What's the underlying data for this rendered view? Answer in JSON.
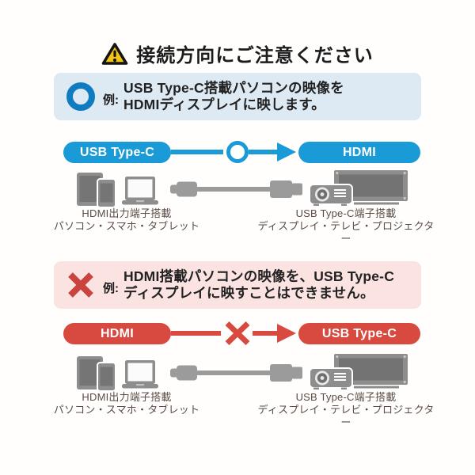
{
  "title": "接続方向にご注意ください",
  "sections": {
    "ok": {
      "symbol": "circle",
      "example_label": "例:",
      "description_line1": "USB Type-C搭載パソコンの映像を",
      "description_line2": "HDMIディスプレイに映します。",
      "flow_from": "USB Type-C",
      "flow_to": "HDMI",
      "source_caption_line1": "HDMI出力端子搭載",
      "source_caption_line2": "パソコン・スマホ・タブレット",
      "target_caption_line1": "USB Type-C端子搭載",
      "target_caption_line2": "ディスプレイ・テレビ・プロジェクター"
    },
    "ng": {
      "symbol": "cross",
      "example_label": "例:",
      "description_line1": "HDMI搭載パソコンの映像を、USB Type-C",
      "description_line2": "ディスプレイに映すことはできません。",
      "flow_from": "HDMI",
      "flow_to": "USB Type-C",
      "source_caption_line1": "HDMI出力端子搭載",
      "source_caption_line2": "パソコン・スマホ・タブレット",
      "target_caption_line1": "USB Type-C端子搭載",
      "target_caption_line2": "ディスプレイ・テレビ・プロジェクター"
    }
  },
  "colors": {
    "ok_accent": "#1a9ad6",
    "ok_icon_blue": "#0f7cc0",
    "ok_box_bg": "#dde9f3",
    "ng_accent": "#d84a40",
    "ng_icon_red": "#c9443e",
    "ng_box_bg": "#fae3e1",
    "warning_yellow": "#f3c414",
    "device_gray": "#8d8d8d",
    "caption_text": "#5a4b44"
  }
}
